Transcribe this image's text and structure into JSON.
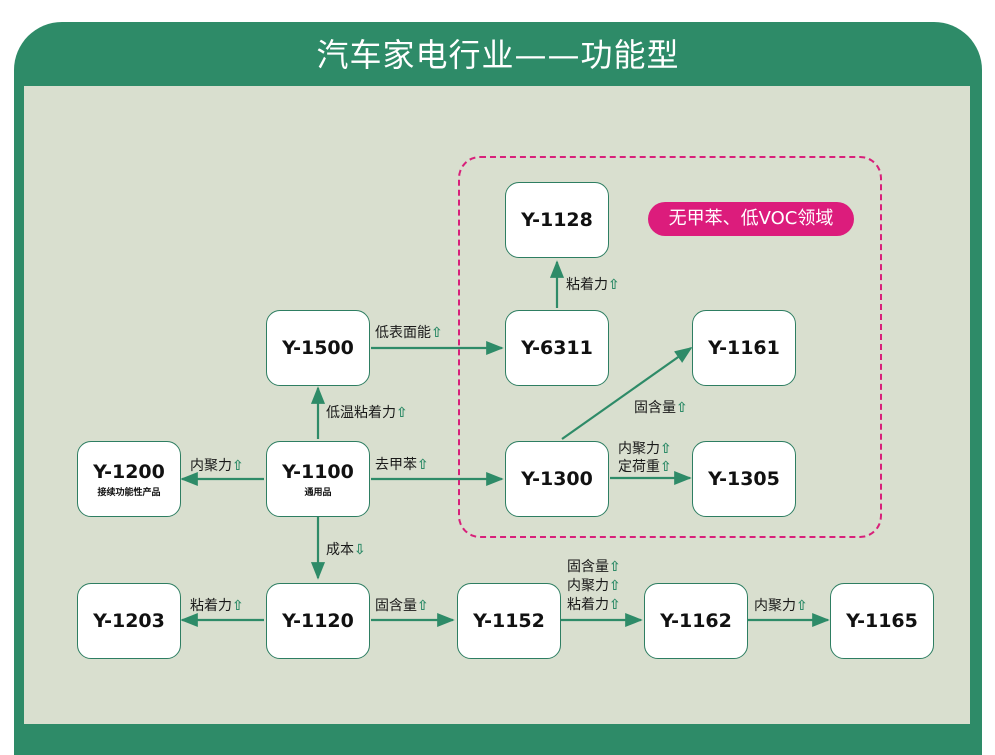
{
  "title": "汽车家电行业——功能型",
  "region_tag": "无甲苯、低VOC领域",
  "nodes": {
    "y1128": {
      "label": "Y-1128"
    },
    "y6311": {
      "label": "Y-6311"
    },
    "y1161": {
      "label": "Y-1161"
    },
    "y1500": {
      "label": "Y-1500"
    },
    "y1200": {
      "label": "Y-1200",
      "sub": "接续功能性产品"
    },
    "y1100": {
      "label": "Y-1100",
      "sub": "通用品"
    },
    "y1300": {
      "label": "Y-1300"
    },
    "y1305": {
      "label": "Y-1305"
    },
    "y1203": {
      "label": "Y-1203"
    },
    "y1120": {
      "label": "Y-1120"
    },
    "y1152": {
      "label": "Y-1152"
    },
    "y1162": {
      "label": "Y-1162"
    },
    "y1165": {
      "label": "Y-1165"
    }
  },
  "edges": {
    "e6311_1128": {
      "text": "粘着力",
      "arrow": "⇧"
    },
    "e1500_6311": {
      "text": "低表面能",
      "arrow": "⇧"
    },
    "e1100_1500": {
      "text": "低温粘着力",
      "arrow": "⇧"
    },
    "e1100_1200": {
      "text": "内聚力",
      "arrow": "⇧"
    },
    "e1100_1300": {
      "text": "去甲苯",
      "arrow": "⇧"
    },
    "e1300_1161": {
      "text": "固含量",
      "arrow": "⇧"
    },
    "e1300_1305_a": {
      "text": "内聚力",
      "arrow": "⇧"
    },
    "e1300_1305_b": {
      "text": "定荷重",
      "arrow": "⇧"
    },
    "e1100_1120": {
      "text": "成本",
      "arrow": "⇩"
    },
    "e1120_1203": {
      "text": "粘着力",
      "arrow": "⇧"
    },
    "e1120_1152": {
      "text": "固含量",
      "arrow": "⇧"
    },
    "e1152_1162_a": {
      "text": "固含量",
      "arrow": "⇧"
    },
    "e1152_1162_b": {
      "text": "内聚力",
      "arrow": "⇧"
    },
    "e1152_1162_c": {
      "text": "粘着力",
      "arrow": "⇧"
    },
    "e1162_1165": {
      "text": "内聚力",
      "arrow": "⇧"
    }
  },
  "colors": {
    "frame": "#2e8b68",
    "panel": "#d9dfcf",
    "accent": "#dc1c7c",
    "line": "#2e8b68"
  }
}
